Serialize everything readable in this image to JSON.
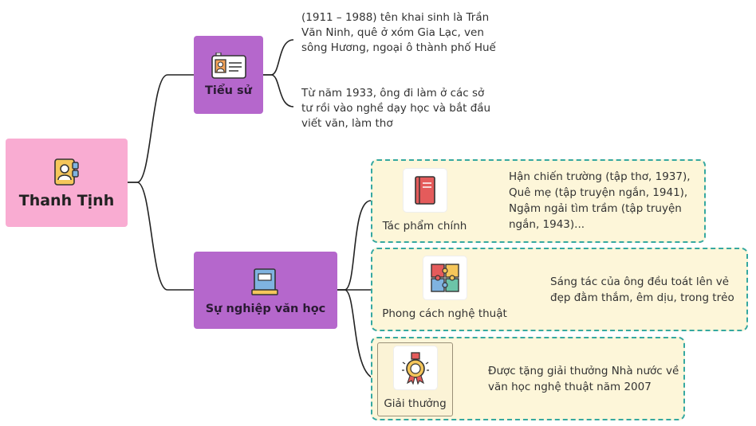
{
  "root": {
    "title": "Thanh Tịnh",
    "icon": "contact-card-icon"
  },
  "branches": [
    {
      "label": "Tiểu sử",
      "icon": "id-badge-icon"
    },
    {
      "label": "Sự nghiệp văn học",
      "icon": "book-stack-icon"
    }
  ],
  "biography_notes": [
    "(1911 – 1988) tên khai sinh là Trần Văn Ninh, quê ở xóm Gia Lạc, ven sông Hương, ngoại ô thành phố Huế",
    "Từ năm 1933, ông đi làm ở các sở tư rồi vào nghề dạy học và bắt đầu viết văn, làm thơ"
  ],
  "career": [
    {
      "label": "Tác phẩm chính",
      "icon": "red-book-icon",
      "description": "Hận chiến trường (tập thơ, 1937), Quê mẹ (tập truyện ngắn, 1941), Ngậm ngải tìm trầm (tập truyện ngắn, 1943)..."
    },
    {
      "label": "Phong cách nghệ thuật",
      "icon": "puzzle-icon",
      "description": "Sáng tác của ông đều toát lên vẻ đẹp đằm thắm, êm dịu, trong trẻo"
    },
    {
      "label": "Giải thưởng",
      "icon": "award-medal-icon",
      "description": "Được tặng giải thưởng Nhà nước về văn học nghệ thuật năm 2007"
    }
  ],
  "colors": {
    "root": "#f9acd2",
    "branch": "#b567cc",
    "group_bg": "#fdf6d9",
    "group_border": "#35a8a0",
    "line": "#222222"
  }
}
